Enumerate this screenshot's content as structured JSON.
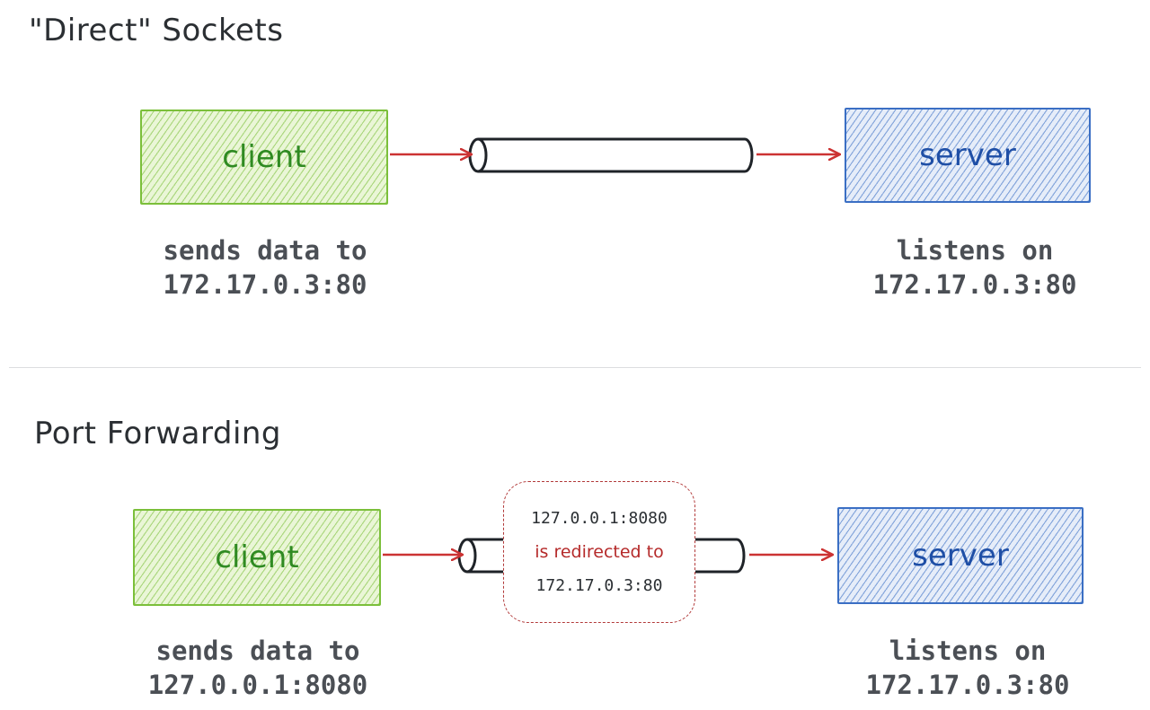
{
  "sections": {
    "direct": {
      "title": "\"Direct\" Sockets",
      "client_label": "client",
      "server_label": "server",
      "client_caption_line1": "sends data to",
      "client_caption_line2": "172.17.0.3:80",
      "server_caption_line1": "listens on",
      "server_caption_line2": "172.17.0.3:80"
    },
    "forwarding": {
      "title": "Port Forwarding",
      "client_label": "client",
      "server_label": "server",
      "client_caption_line1": "sends data to",
      "client_caption_line2": "127.0.0.1:8080",
      "server_caption_line1": "listens on",
      "server_caption_line2": "172.17.0.3:80",
      "redirect_from": "127.0.0.1:8080",
      "redirect_text": "is redirected to",
      "redirect_to": "172.17.0.3:80"
    }
  },
  "colors": {
    "client": "#2f8a22",
    "server": "#1f4fa6",
    "arrow": "#cc3333",
    "pipe": "#1f2328"
  }
}
